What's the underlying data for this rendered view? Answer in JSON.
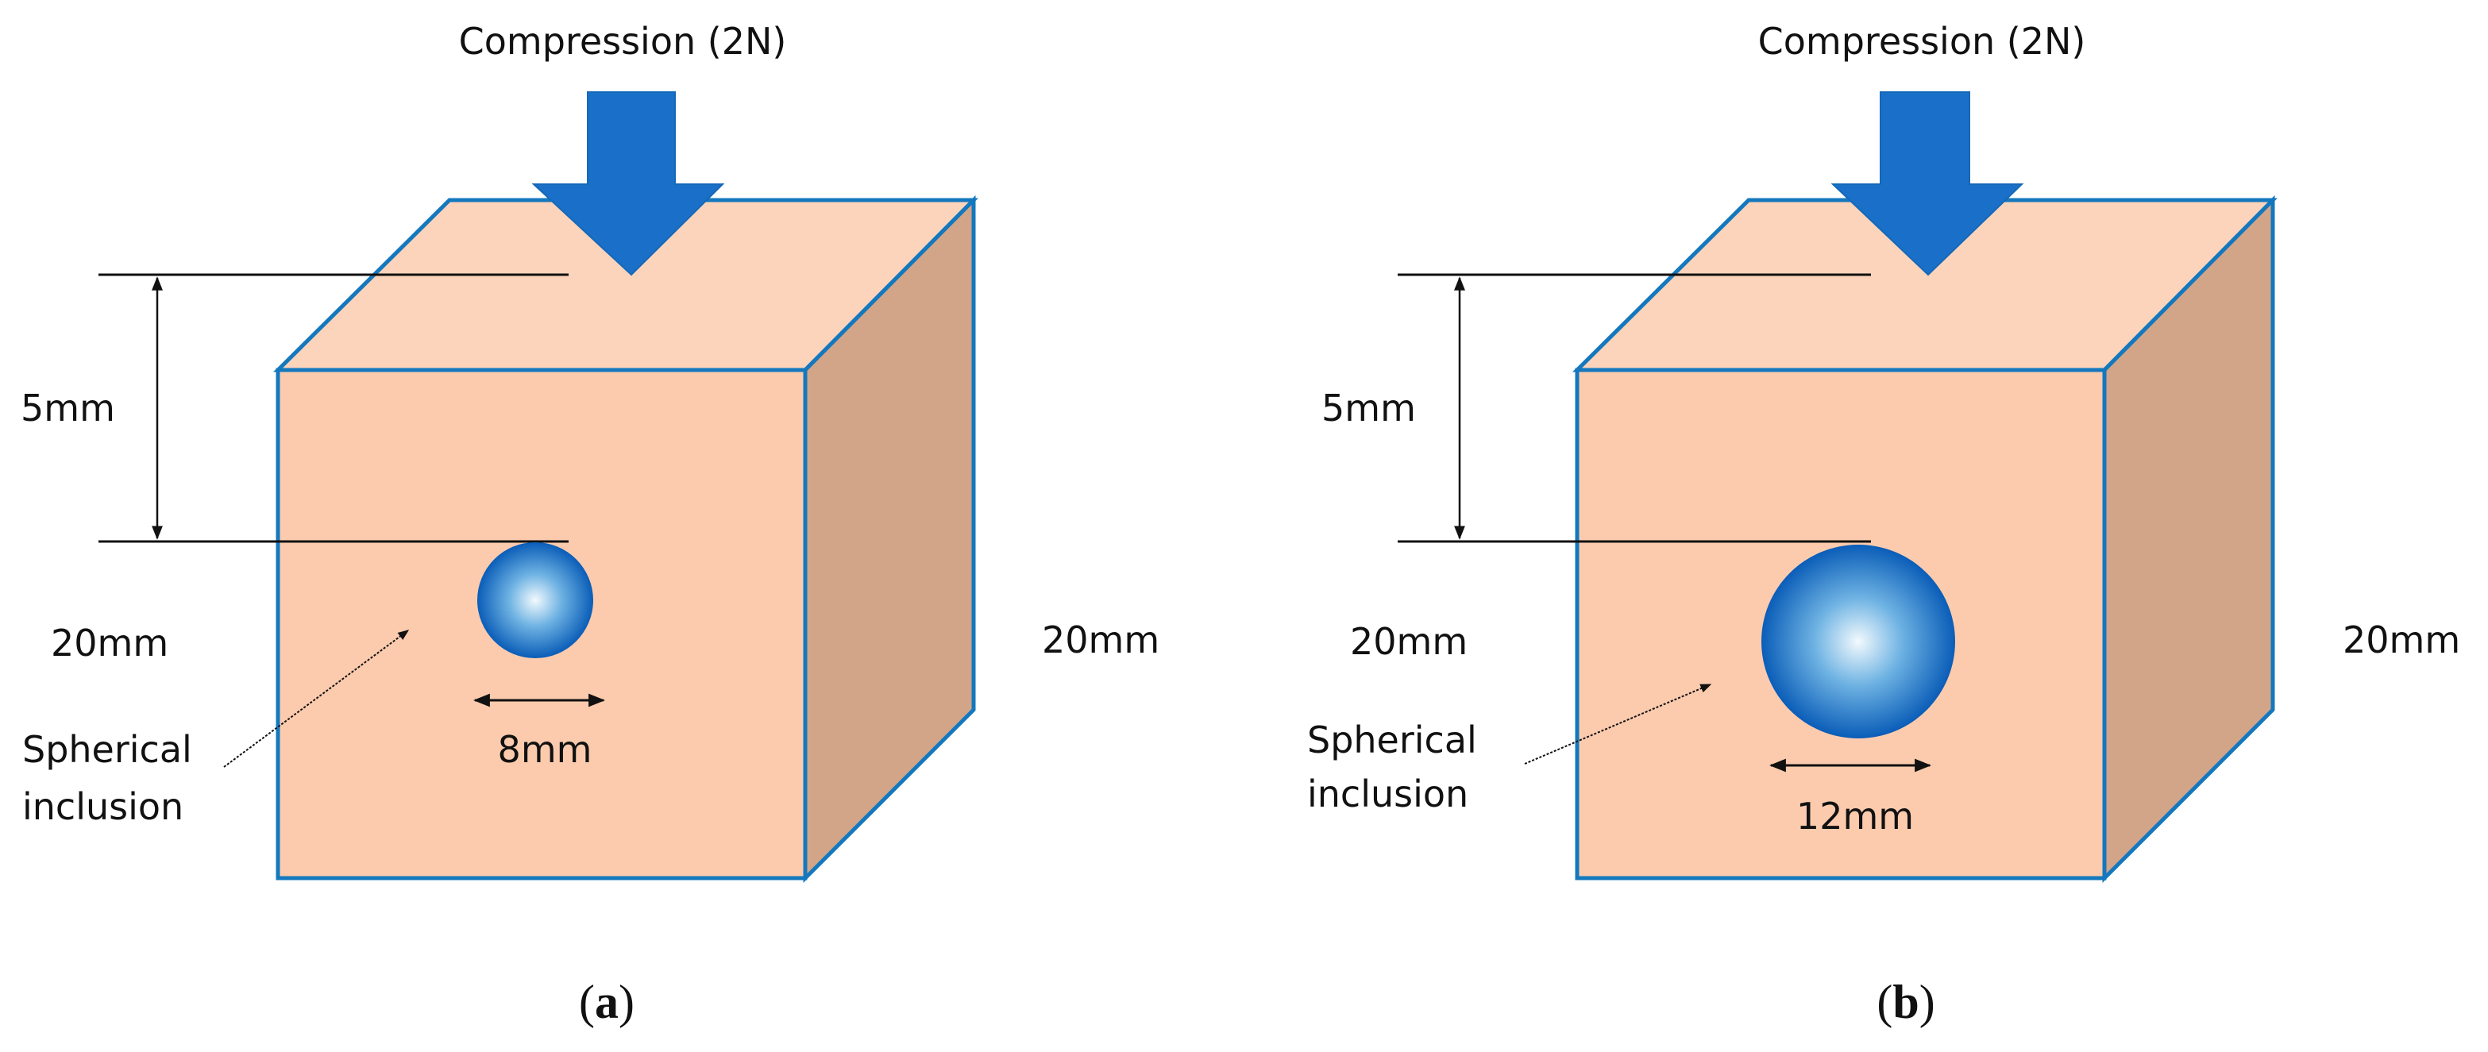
{
  "figure": {
    "panels": [
      {
        "caption_open": "(",
        "caption_letter": "a",
        "caption_close": ")",
        "load_label": "Compression (2N)",
        "depth_label": "5mm",
        "left_size_label": "20mm",
        "right_size_label": "20mm",
        "inclusion_label_line1": "Spherical",
        "inclusion_label_line2": "inclusion",
        "diameter_label": "8mm"
      },
      {
        "caption_open": "(",
        "caption_letter": "b",
        "caption_close": ")",
        "load_label": "Compression (2N)",
        "depth_label": "5mm",
        "left_size_label": "20mm",
        "right_size_label": "20mm",
        "inclusion_label_line1": "Spherical",
        "inclusion_label_line2": "inclusion",
        "diameter_label": "12mm"
      }
    ],
    "colors": {
      "cube_front": "#fccbad",
      "cube_top": "#fcd4bb",
      "cube_side": "#d2a589",
      "edge": "#1478be",
      "arrow": "#1a70c8",
      "inclusion_dark": "#0a5db8",
      "inclusion_light": "#e8f4fb"
    }
  }
}
